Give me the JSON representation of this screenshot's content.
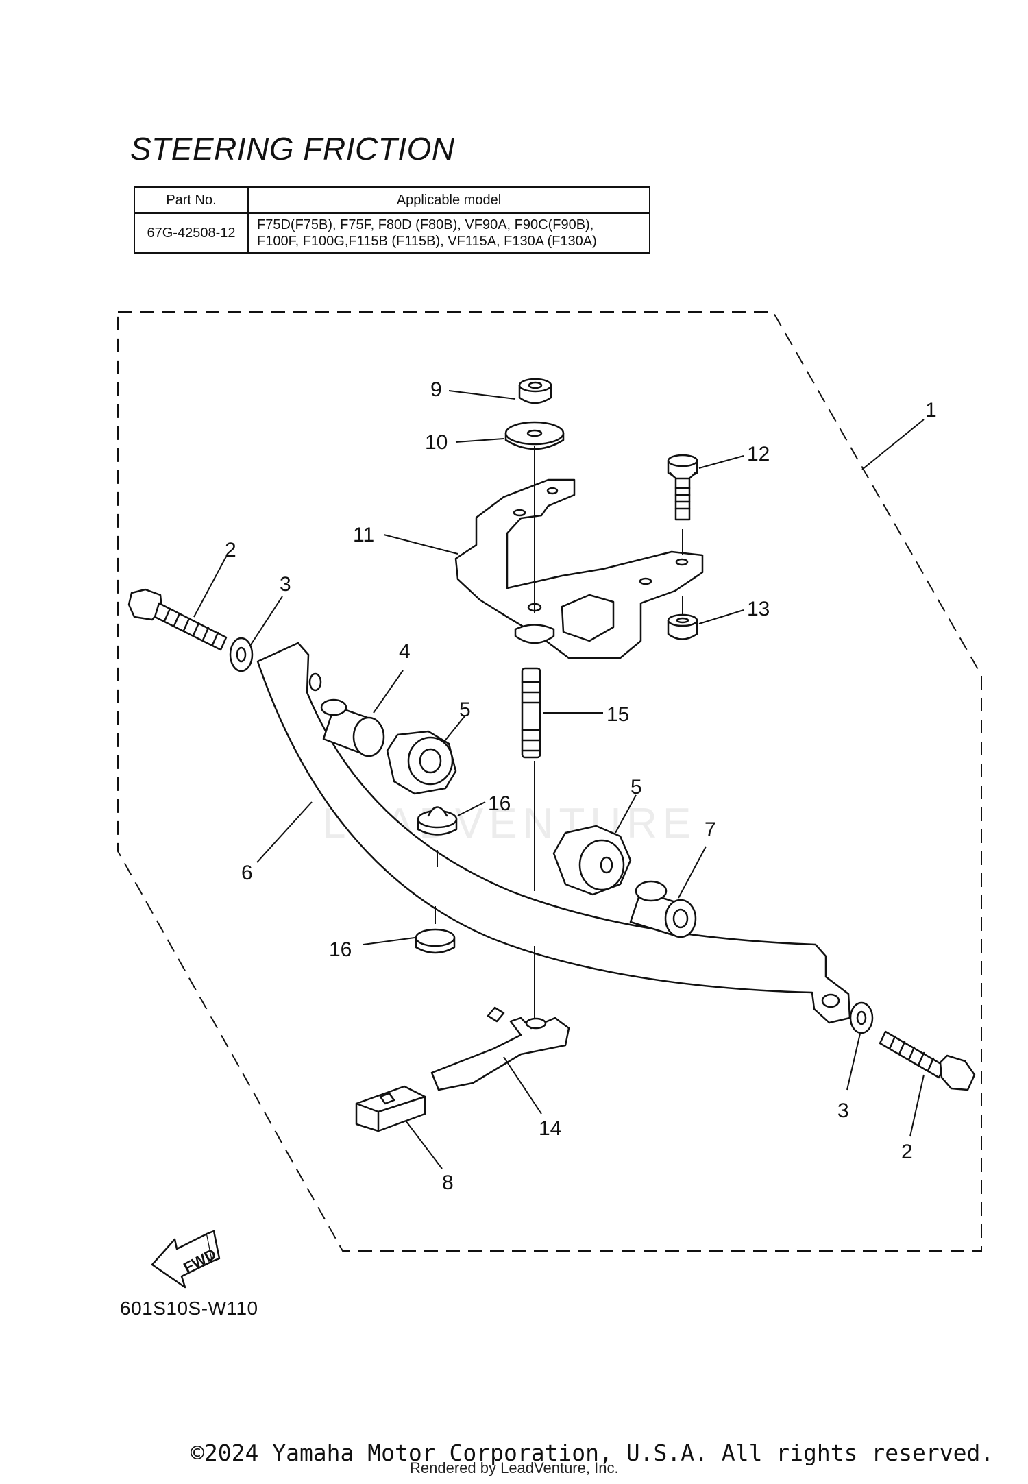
{
  "title": "STEERING FRICTION",
  "table": {
    "headers": [
      "Part No.",
      "Applicable model"
    ],
    "part_no": "67G-42508-12",
    "models_line1": "F75D(F75B), F75F, F80D (F80B), VF90A, F90C(F90B),",
    "models_line2": "F100F, F100G,F115B (F115B), VF115A, F130A (F130A)"
  },
  "callouts": {
    "c1": "1",
    "c2a": "2",
    "c2b": "2",
    "c3a": "3",
    "c3b": "3",
    "c4": "4",
    "c5a": "5",
    "c5b": "5",
    "c6": "6",
    "c7": "7",
    "c8": "8",
    "c9": "9",
    "c10": "10",
    "c11": "11",
    "c12": "12",
    "c13": "13",
    "c14": "14",
    "c15": "15",
    "c16a": "16",
    "c16b": "16"
  },
  "fwd_label": "FWD",
  "watermark": "LEADVENTURE",
  "diagram_code": "601S10S-W110",
  "copyright": "©2024 Yamaha Motor Corporation, U.S.A. All rights reserved.",
  "rendered_by": "Rendered by LeadVenture, Inc."
}
